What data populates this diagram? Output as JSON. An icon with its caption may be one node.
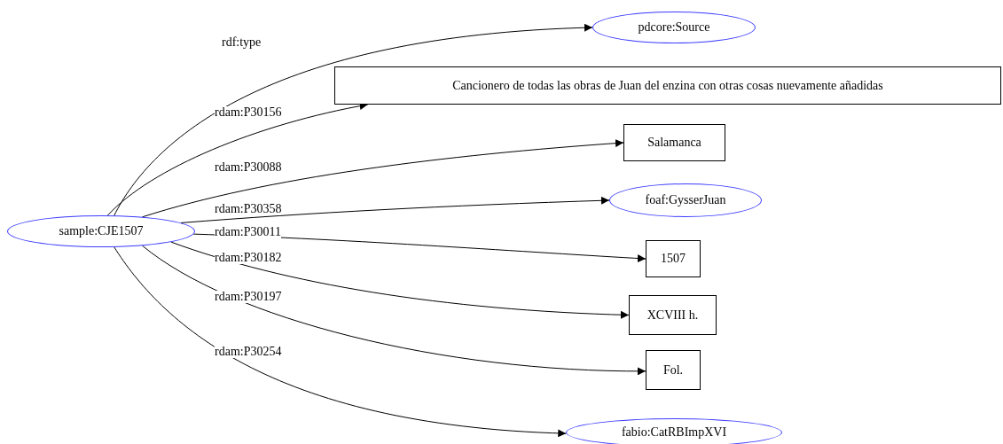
{
  "diagram": {
    "nodes": [
      {
        "text": [
          "sample:CJE1507"
        ]
      },
      {
        "text": [
          "pdcore:Source"
        ]
      },
      {
        "text": [
          "Cancionero de todas las obras de Juan del enzina con otras cosas nuevamente añadidas"
        ]
      },
      {
        "text": [
          "Salamanca"
        ]
      },
      {
        "text": [
          "foaf:GysserJuan"
        ]
      },
      {
        "text": [
          "1507"
        ]
      },
      {
        "text": [
          "XCVIII h."
        ]
      },
      {
        "text": [
          "Fol."
        ]
      },
      {
        "text": [
          "fabio:CatRBImpXVI"
        ]
      }
    ],
    "edges": [
      {
        "from": 0,
        "to": 1,
        "arrow": "to",
        "label": "rdf:type"
      },
      {
        "from": 0,
        "to": 2,
        "arrow": "to",
        "label": "rdam:P30156"
      },
      {
        "from": 0,
        "to": 3,
        "arrow": "to",
        "label": "rdam:P30088"
      },
      {
        "from": 0,
        "to": 4,
        "arrow": "to",
        "label": "rdam:P30358"
      },
      {
        "from": 0,
        "to": 5,
        "arrow": "to",
        "label": "rdam:P30011"
      },
      {
        "from": 0,
        "to": 6,
        "arrow": "to",
        "label": "rdam:P30182"
      },
      {
        "from": 0,
        "to": 7,
        "arrow": "to",
        "label": "rdam:P30197"
      },
      {
        "from": 0,
        "to": 8,
        "arrow": "to",
        "label": "rdam:P30254"
      }
    ]
  }
}
